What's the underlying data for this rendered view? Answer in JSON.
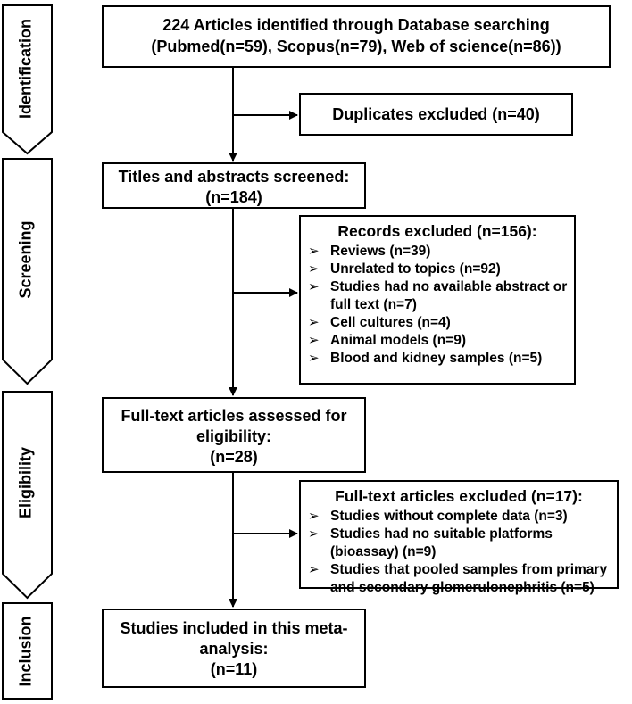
{
  "stages": [
    "Identification",
    "Screening",
    "Eligibility",
    "Inclusion"
  ],
  "boxes": {
    "identified": {
      "lines": [
        "224 Articles identified through Database searching",
        "(Pubmed(n=59), Scopus(n=79), Web of science(n=86))"
      ]
    },
    "duplicates": {
      "text": "Duplicates excluded (n=40)"
    },
    "screened": {
      "lines": [
        "Titles and abstracts screened:",
        "(n=184)"
      ]
    },
    "records_excluded": {
      "title": "Records excluded (n=156):",
      "items": [
        "Reviews (n=39)",
        "Unrelated to topics (n=92)",
        "Studies had no available abstract or full text (n=7)",
        "Cell cultures (n=4)",
        "Animal models (n=9)",
        "Blood and kidney samples (n=5)"
      ]
    },
    "assessed": {
      "lines": [
        "Full-text articles assessed for",
        "eligibility:",
        "(n=28)"
      ]
    },
    "fulltext_excluded": {
      "title": "Full-text articles excluded (n=17):",
      "items": [
        "Studies without complete data (n=3)",
        "Studies had no suitable platforms (bioassay) (n=9)",
        "Studies that pooled samples from primary and secondary glomerulonephritis (n=5)"
      ]
    },
    "included": {
      "lines": [
        "Studies included in this meta-",
        "analysis:",
        "(n=11)"
      ]
    }
  },
  "bullet_glyph": "➢"
}
